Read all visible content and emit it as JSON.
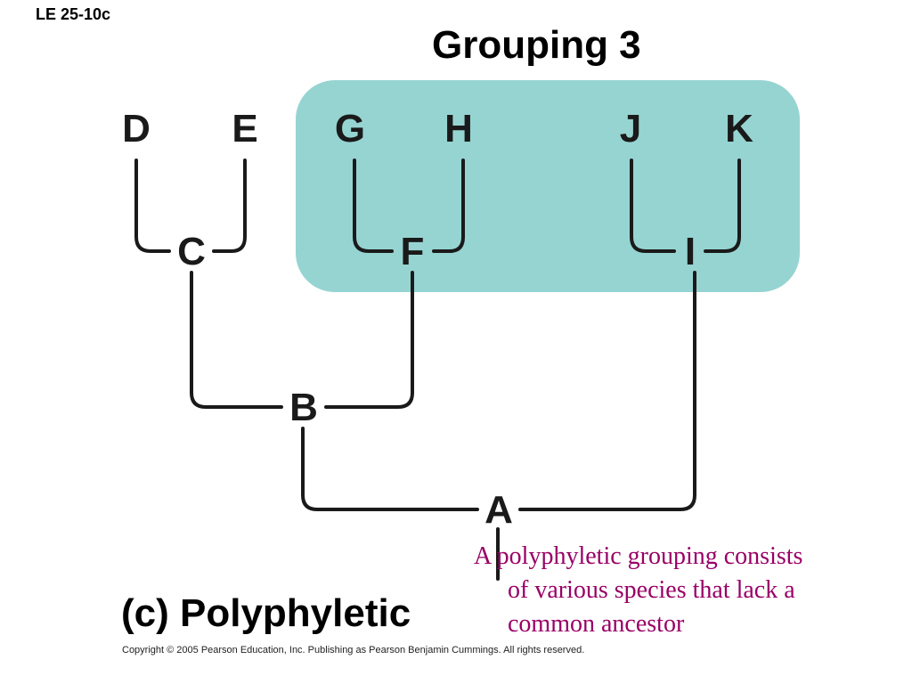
{
  "slide_label": "LE 25-10c",
  "title": "Grouping 3",
  "colors": {
    "highlight": "#96d4d2",
    "line": "#1a1a1a",
    "note": "#990066"
  },
  "nodes": {
    "D": "D",
    "E": "E",
    "G": "G",
    "H": "H",
    "J": "J",
    "K": "K",
    "C": "C",
    "F": "F",
    "I": "I",
    "B": "B",
    "A": "A"
  },
  "caption": "(c) Polyphyletic",
  "note": {
    "line1": "A polyphyletic grouping consists",
    "line2": "of various species that lack a",
    "line3": "common ancestor"
  },
  "copyright": "Copyright © 2005 Pearson Education, Inc. Publishing as Pearson Benjamin Cummings. All rights reserved."
}
